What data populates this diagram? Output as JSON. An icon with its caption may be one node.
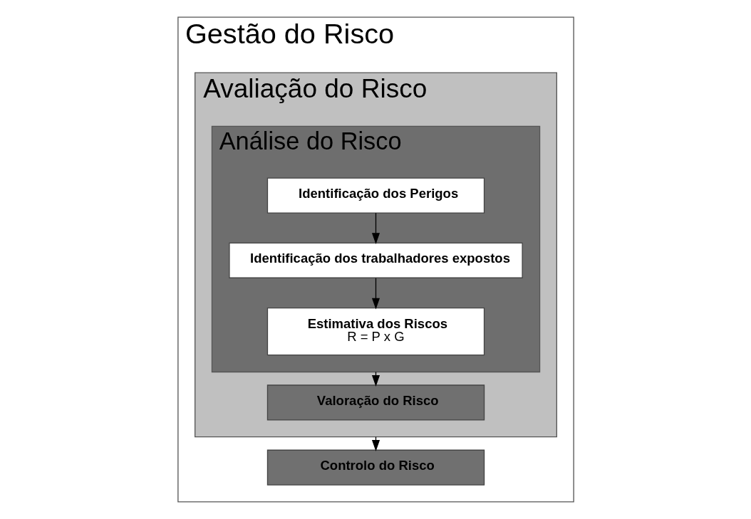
{
  "diagram": {
    "nodes": [
      {
        "text": [
          "Gestão do Risco"
        ]
      },
      {
        "text": [
          "Avaliação do Risco"
        ],
        "in": 0
      },
      {
        "text": [
          "Análise do Risco"
        ],
        "in": 1
      },
      {
        "text": [
          "Identificação dos Perigos"
        ],
        "in": 2
      },
      {
        "text": [
          "Identificação dos trabalhadores expostos"
        ],
        "in": 2
      },
      {
        "text": [
          "Estimativa dos Riscos",
          "R = P x G"
        ],
        "in": 2
      },
      {
        "text": [
          "Valoração do Risco"
        ],
        "in": 1
      },
      {
        "text": [
          "Controlo do Risco"
        ],
        "in": 0
      }
    ],
    "edges": [
      {
        "from": 3,
        "to": 4,
        "arrow": "to"
      },
      {
        "from": 4,
        "to": 5,
        "arrow": "to"
      },
      {
        "from": 2,
        "to": 6,
        "arrow": "to"
      },
      {
        "from": 1,
        "to": 7,
        "arrow": "to"
      }
    ]
  }
}
